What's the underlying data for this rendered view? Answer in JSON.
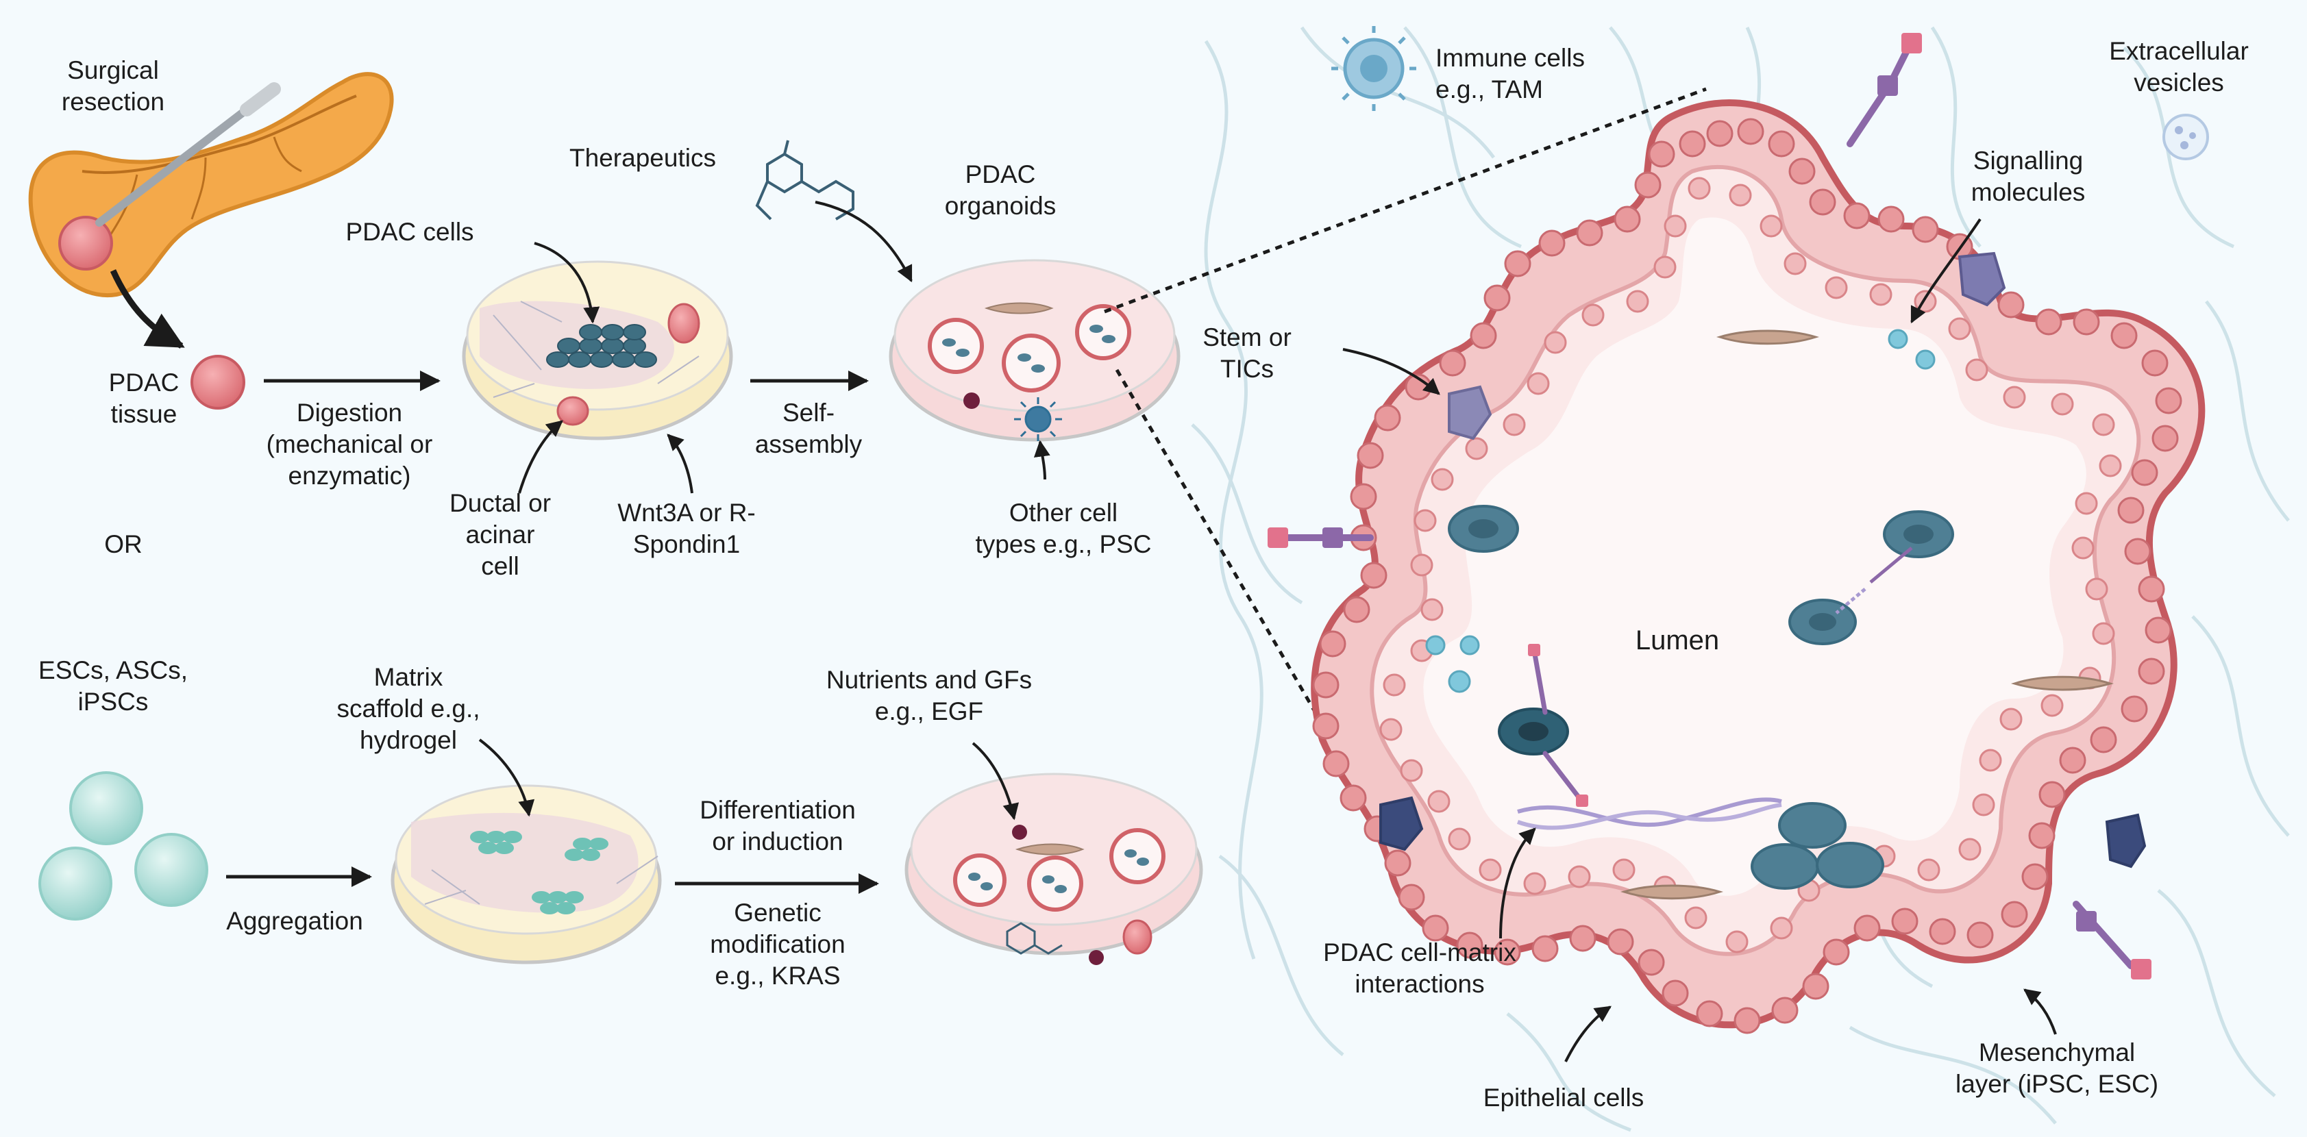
{
  "labels": {
    "surgical_resection": [
      "Surgical",
      "resection"
    ],
    "pdac_tissue": [
      "PDAC",
      "tissue"
    ],
    "digestion": [
      "Digestion",
      "(mechanical or",
      "enzymatic)"
    ],
    "or": "OR",
    "pdac_cells": "PDAC cells",
    "ductal_acinar": [
      "Ductal or",
      "acinar",
      "cell"
    ],
    "wnt3a": [
      "Wnt3A or R-",
      "Spondin1"
    ],
    "therapeutics": "Therapeutics",
    "pdac_organoids": [
      "PDAC",
      "organoids"
    ],
    "self_assembly": [
      "Self-",
      "assembly"
    ],
    "other_cell_types": [
      "Other cell",
      "types e.g., PSC"
    ],
    "escs": [
      "ESCs, ASCs,",
      "iPSCs"
    ],
    "matrix_scaffold": [
      "Matrix",
      "scaffold e.g.,",
      "hydrogel"
    ],
    "aggregation": "Aggregation",
    "nutrients": [
      "Nutrients and GFs",
      "e.g., EGF"
    ],
    "differentiation": [
      "Differentiation",
      "or induction"
    ],
    "genetic_mod": [
      "Genetic",
      "modification",
      "e.g., KRAS"
    ],
    "immune_cells": [
      "Immune cells",
      "e.g., TAM"
    ],
    "extracellular_vesicles": [
      "Extracellular",
      "vesicles"
    ],
    "signalling": [
      "Signalling",
      "molecules"
    ],
    "stem_tics": [
      "Stem or",
      "TICs"
    ],
    "lumen": "Lumen",
    "cell_matrix": [
      "PDAC cell-matrix",
      "interactions"
    ],
    "epithelial": "Epithelial cells",
    "mesenchymal": [
      "Mesenchymal",
      "layer (iPSC, ESC)"
    ]
  },
  "colors": {
    "pancreas": "#f4a94a",
    "tumor": "#e77f86",
    "dish_yellow": "#f8ecc3",
    "dish_pink": "#f7d9da",
    "epithelium": "#d9787c",
    "nucleus_blue": "#4f7f94",
    "stem_purple": "#8b89b6",
    "receptor_pink": "#e2728c",
    "receptor_purple": "#8c68a8",
    "vesicle_blue": "#80c8dc",
    "stem_sphere": "#a7dcd6"
  }
}
